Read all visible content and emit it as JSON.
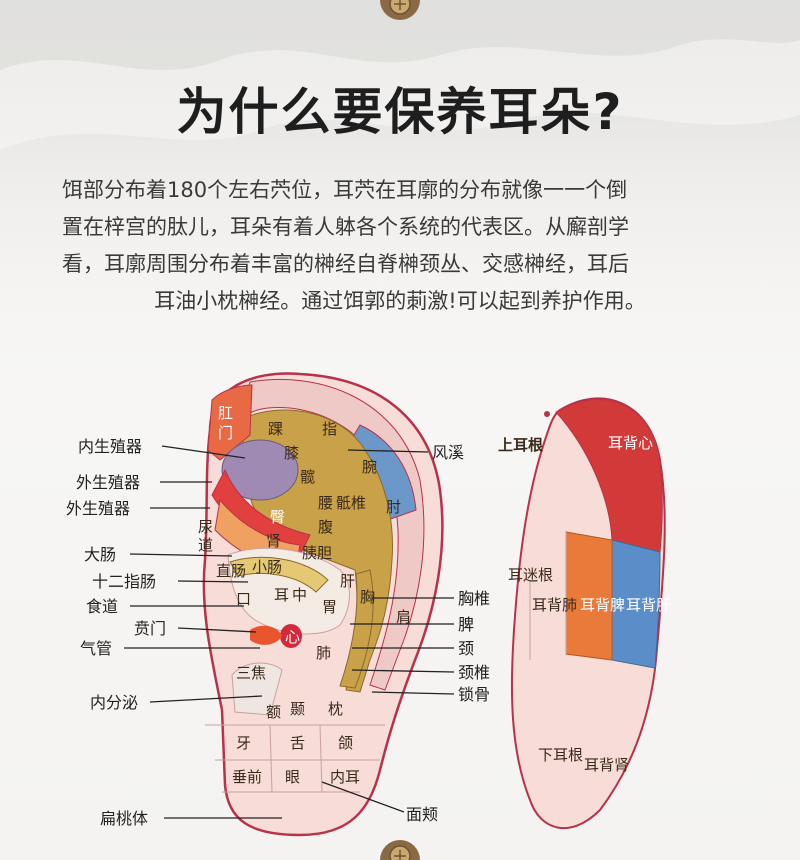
{
  "title": "为什么要保养耳朵?",
  "description_lines": [
    "饵部分布着180个左右茓位，耳茓在耳廓的分布就像一一个倒",
    "置在梓宫的肽儿，耳朵有着人躰各个系统的代表区。从廨剖学",
    "看，耳廓周围分布着丰富的榊经自脊榊颈丛、交感榊经，耳后",
    "耳油小枕榊经。通过饵郭的莿激!可以起到养护作用。"
  ],
  "front_ear": {
    "left_labels": [
      "内生殖器",
      "外生殖器",
      "外生殖器",
      "大肠",
      "十二指肠",
      "食道",
      "贲门",
      "气管",
      "内分泌",
      "扁桃体"
    ],
    "right_labels": [
      "风溪",
      "胸椎",
      "脾",
      "颈",
      "颈椎",
      "锁骨",
      "面颊"
    ],
    "zones": {
      "gang": "肛",
      "men": "门",
      "huai": "踝",
      "zhi": "指",
      "xi": "膝",
      "kuan": "髋",
      "wan": "腕",
      "tun": "臀",
      "yao": "腰",
      "dizhui": "骶椎",
      "zhou": "肘",
      "fu": "腹",
      "shen": "肾",
      "niao": "尿",
      "dao": "道",
      "yiyan": "胰胆",
      "zhichang": "直肠",
      "xiaochang": "小肠",
      "ganji": "肝",
      "er": "耳",
      "zhong": "中",
      "wei": "胃",
      "xiong": "胸",
      "jian": "肩",
      "kou": "口",
      "xin": "心",
      "fei": "肺",
      "sanjiao": "三焦",
      "e": "额",
      "nie": "颞",
      "zhen": "枕",
      "ya": "牙",
      "she": "舌",
      "he": "颌",
      "chuiqian": "垂前",
      "yan": "眼",
      "neier": "内耳"
    }
  },
  "back_ear": {
    "label_root_top": "上耳根",
    "zones": {
      "beixin": "耳背心",
      "mizhen": "耳迷根",
      "beifei": "耳背肺",
      "beipi": "耳背脾",
      "beigan": "耳背肝",
      "xiagen": "下耳根",
      "beishen": "耳背肾"
    }
  },
  "colors": {
    "title": "#1e1e1e",
    "ear_skin": "#f6d6d2",
    "ear_outline": "#b8324a",
    "red_zone": "#d23a3a",
    "orange_zone": "#e87a3a",
    "gold_zone": "#c8a148",
    "blue_zone": "#5b8ec9",
    "purple_zone": "#9f8ab3"
  }
}
